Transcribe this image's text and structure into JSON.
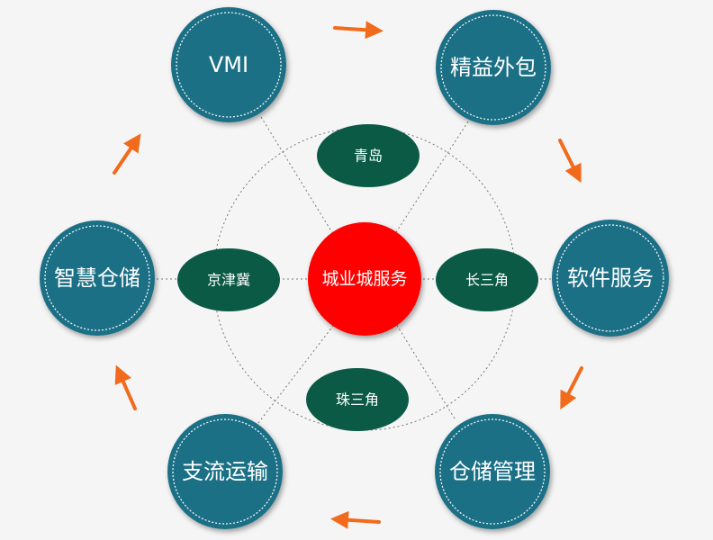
{
  "center": {
    "label": "城业城服务",
    "color": "#ff0000"
  },
  "outer_nodes": [
    {
      "id": "vmi",
      "label": "VMI"
    },
    {
      "id": "outsourcing",
      "label": "精益外包"
    },
    {
      "id": "software",
      "label": "软件服务"
    },
    {
      "id": "warehouse",
      "label": "仓储管理"
    },
    {
      "id": "transport",
      "label": "支流运输"
    },
    {
      "id": "smart-storage",
      "label": "智慧仓储"
    }
  ],
  "inner_nodes": [
    {
      "id": "qingdao",
      "label": "青岛"
    },
    {
      "id": "yangtze",
      "label": "长三角"
    },
    {
      "id": "pearl",
      "label": "珠三角"
    },
    {
      "id": "jingjinji",
      "label": "京津冀"
    }
  ],
  "colors": {
    "outer_fill": "#1f6f86",
    "outer_ring": "#1a5f73",
    "inner_fill": "#0b5a45",
    "arrow": "#f26a1b",
    "line": "#777777"
  }
}
